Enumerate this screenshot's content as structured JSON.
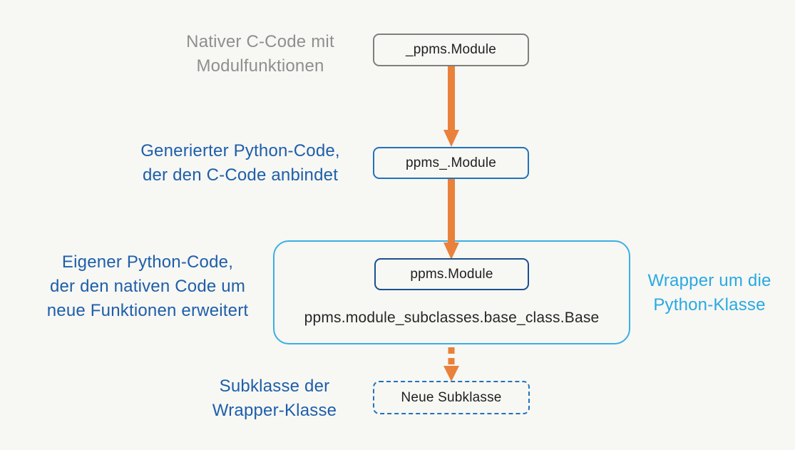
{
  "diagram": {
    "title_implicit": "Modul-Wrapper-Schichten Diagramm",
    "nodes": {
      "native_module": {
        "label": "_ppms.Module"
      },
      "generated_module": {
        "label": "ppms_.Module"
      },
      "wrapper_module": {
        "label": "ppms.Module"
      },
      "wrapper_base_class": {
        "label": "ppms.module_subclasses.base_class.Base"
      },
      "new_subclass": {
        "label": "Neue Subklasse"
      }
    },
    "labels": {
      "native": {
        "line1": "Nativer C-Code mit",
        "line2": "Modulfunktionen"
      },
      "generated": {
        "line1": "Generierter Python-Code,",
        "line2": "der den C-Code anbindet"
      },
      "own_code": {
        "line1": "Eigener Python-Code,",
        "line2": "der den nativen Code um",
        "line3": "neue Funktionen erweitert"
      },
      "wrapper": {
        "line1": "Wrapper um die",
        "line2": "Python-Klasse"
      },
      "subclass": {
        "line1": "Subklasse der",
        "line2": "Wrapper-Klasse"
      }
    },
    "icons": {
      "arrow1": "solid-down-arrow",
      "arrow2": "solid-down-arrow",
      "arrow3": "dashed-down-arrow"
    },
    "colors": {
      "background": "#f7f7f4",
      "orange_arrow": "#e9813a",
      "gray_text": "#8f8f8f",
      "gray_border": "#7f7f7f",
      "dark_blue_text": "#1e5fa9",
      "blue_border": "#2173b8",
      "navy_border": "#1b4f8f",
      "cyan_border": "#3aafe4",
      "cyan_text": "#29a9e1",
      "node_text": "#1f1f1f"
    }
  }
}
